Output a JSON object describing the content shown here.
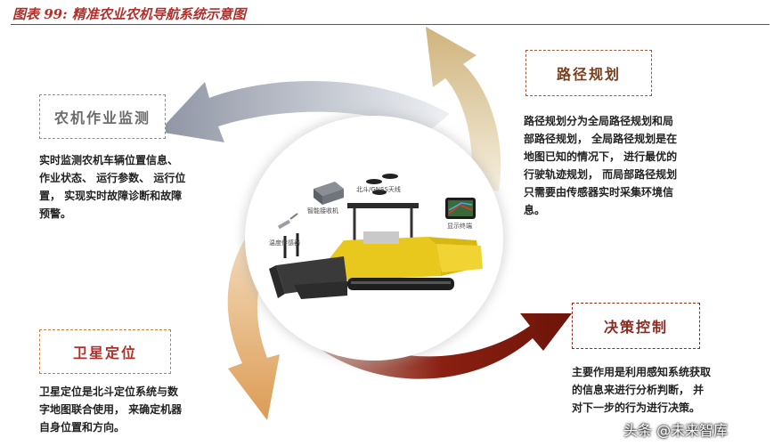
{
  "figure": {
    "title": "图表 99: 精准农业农机导航系统示意图"
  },
  "center": {
    "labels": {
      "antenna": "北斗/GNSS天线",
      "receiver": "智能接收机",
      "sensor": "温度传感器",
      "display": "显示终端"
    }
  },
  "sections": {
    "monitoring": {
      "title": "农机作业监测",
      "lines": [
        "实时监测农机车辆位置信息、",
        "作业状态、 运行参数、 运行位",
        "置， 实现实时故障诊断和故障",
        "预警。"
      ]
    },
    "path_planning": {
      "title": "路径规划",
      "lines": [
        "路径规划分为全局路径规划和局",
        "部路径规划， 全局路径规划是在",
        "地图已知的情况下， 进行最优的",
        "行驶轨迹规划， 而局部路径规划",
        "只需要由传感器实时采集环境信",
        "息。"
      ]
    },
    "decision": {
      "title": "决策控制",
      "lines": [
        "主要作用是利用感知系统获取",
        "的信息来进行分析判断， 并",
        "对下一步的行为进行决策。"
      ]
    },
    "positioning": {
      "title": "卫星定位",
      "lines": [
        "卫星定位是北斗定位系统与数",
        "字地图联合使用， 来确定机器",
        "自身位置和方向。"
      ]
    }
  },
  "watermark": "头条 @未来智库",
  "colors": {
    "title": "#b0302b",
    "arrow_gray": "#9aa0ad",
    "arrow_tan": "#d7bf8e",
    "arrow_dark_red": "#7a1a10",
    "arrow_orange": "#e0a560"
  }
}
